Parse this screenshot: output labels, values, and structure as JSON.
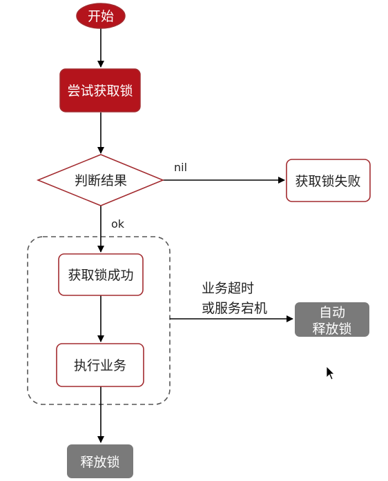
{
  "nodes": {
    "start": "开始",
    "try_lock": "尝试获取锁",
    "judge": "判断结果",
    "lock_fail": "获取锁失败",
    "lock_success": "获取锁成功",
    "exec_business": "执行业务",
    "auto_release_line1": "自动",
    "auto_release_line2": "释放锁",
    "release_lock": "释放锁"
  },
  "edges": {
    "nil": "nil",
    "ok": "ok",
    "timeout_line1": "业务超时",
    "timeout_line2": "或服务宕机"
  },
  "colors": {
    "red_fill": "#b4141c",
    "red_stroke": "#a22a2e",
    "gray_fill": "#7a7a7a",
    "arrow": "#000000"
  }
}
